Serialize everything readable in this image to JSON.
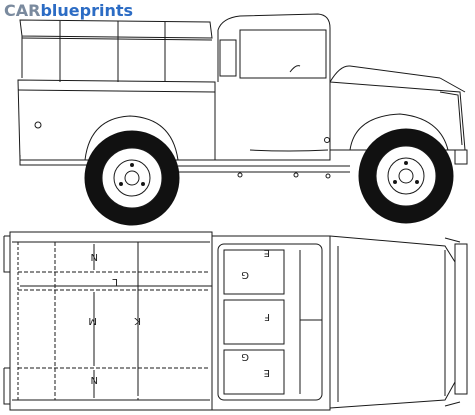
{
  "logo": {
    "car": "CAR",
    "blueprints": "blueprints"
  },
  "dimension_labels": {
    "N_top": "N",
    "L": "L",
    "M": "M",
    "K": "K",
    "N_bottom": "N",
    "E_top": "E",
    "G_top": "G",
    "F": "F",
    "G_bottom": "G",
    "E_bottom": "E"
  },
  "colors": {
    "line": "#1a1a1a",
    "logo_car": "#7a8a9e",
    "logo_blueprints": "#2c6cc4"
  }
}
